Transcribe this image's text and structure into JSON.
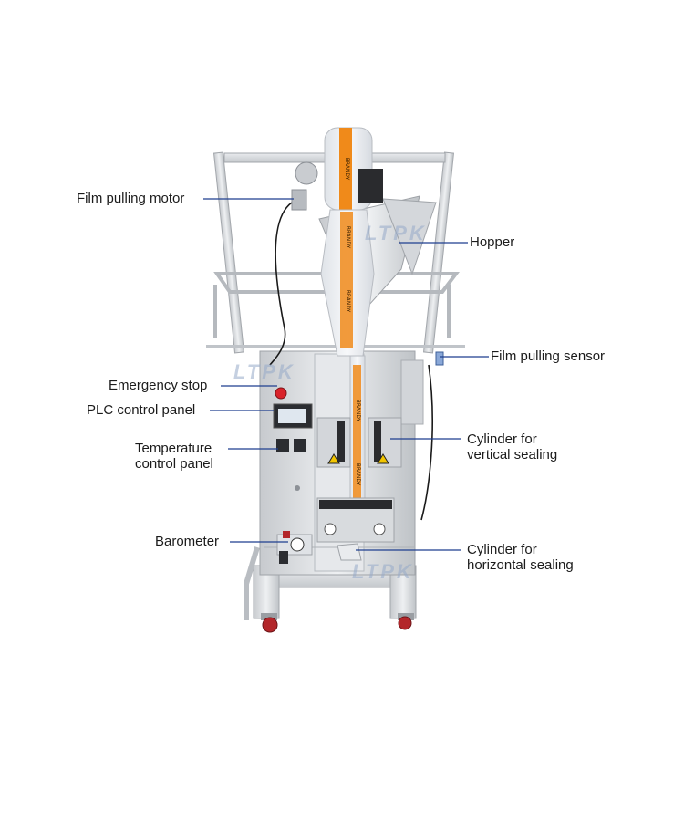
{
  "colors": {
    "leader_line": "#1f3f8f",
    "steel_light": "#e4e6e9",
    "steel_mid": "#c9ccd0",
    "steel_dark": "#8d9197",
    "film_orange": "#f08a1a",
    "emergency_red": "#d9232a",
    "caster_red": "#b3262a"
  },
  "watermark": "LTPK",
  "labels": {
    "film_pulling_motor": "Film pulling motor",
    "hopper": "Hopper",
    "film_pulling_sensor": "Film pulling sensor",
    "emergency_stop": "Emergency stop",
    "plc_control_panel": "PLC control panel",
    "temperature_control_panel": [
      "Temperature",
      "control panel"
    ],
    "cylinder_vertical_sealing": [
      "Cylinder for",
      "vertical sealing"
    ],
    "barometer": "Barometer",
    "cylinder_horizontal_sealing": [
      "Cylinder for",
      "horizontal sealing"
    ]
  },
  "film_print": "BRANDY"
}
